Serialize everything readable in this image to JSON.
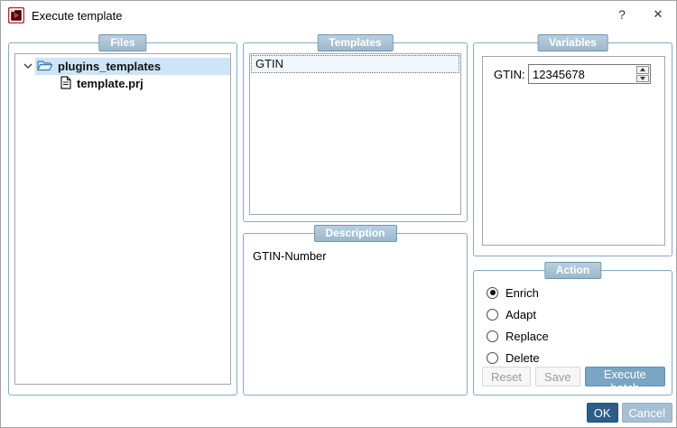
{
  "window": {
    "title": "Execute template",
    "help_label": "?",
    "close_glyph": "✕"
  },
  "groups": {
    "files": "Files",
    "templates": "Templates",
    "variables": "Variables",
    "description": "Description",
    "action": "Action"
  },
  "files": {
    "tree": [
      {
        "label": "plugins_templates",
        "type": "folder",
        "expanded": true,
        "selected": true
      },
      {
        "label": "template.prj",
        "type": "file",
        "selected": false
      }
    ]
  },
  "templates": {
    "items": [
      {
        "label": "GTIN",
        "selected": true
      }
    ]
  },
  "variables": {
    "fields": [
      {
        "label": "GTIN:",
        "value": "12345678"
      }
    ]
  },
  "description": {
    "text": "GTIN-Number"
  },
  "action": {
    "options": [
      {
        "label": "Enrich",
        "selected": true
      },
      {
        "label": "Adapt",
        "selected": false
      },
      {
        "label": "Replace",
        "selected": false
      },
      {
        "label": "Delete",
        "selected": false
      }
    ],
    "buttons": {
      "reset": {
        "label": "Reset",
        "enabled": false
      },
      "save": {
        "label": "Save",
        "enabled": false
      },
      "execute": {
        "label": "Execute batch",
        "enabled": true
      }
    }
  },
  "footer": {
    "ok": "OK",
    "cancel": "Cancel"
  },
  "colors": {
    "group_border": "#85aac6",
    "badge_bg": "#9cb8cc",
    "badge_border": "#6e96b2",
    "tree_selection_bg": "#cde5f6",
    "list_item_bg": "#f0f7fd",
    "execute_button_bg": "#7ba5c4",
    "ok_button_bg": "#2d5d87",
    "cancel_button_bg": "#a7bfd3",
    "app_icon_red": "#b5292e"
  }
}
